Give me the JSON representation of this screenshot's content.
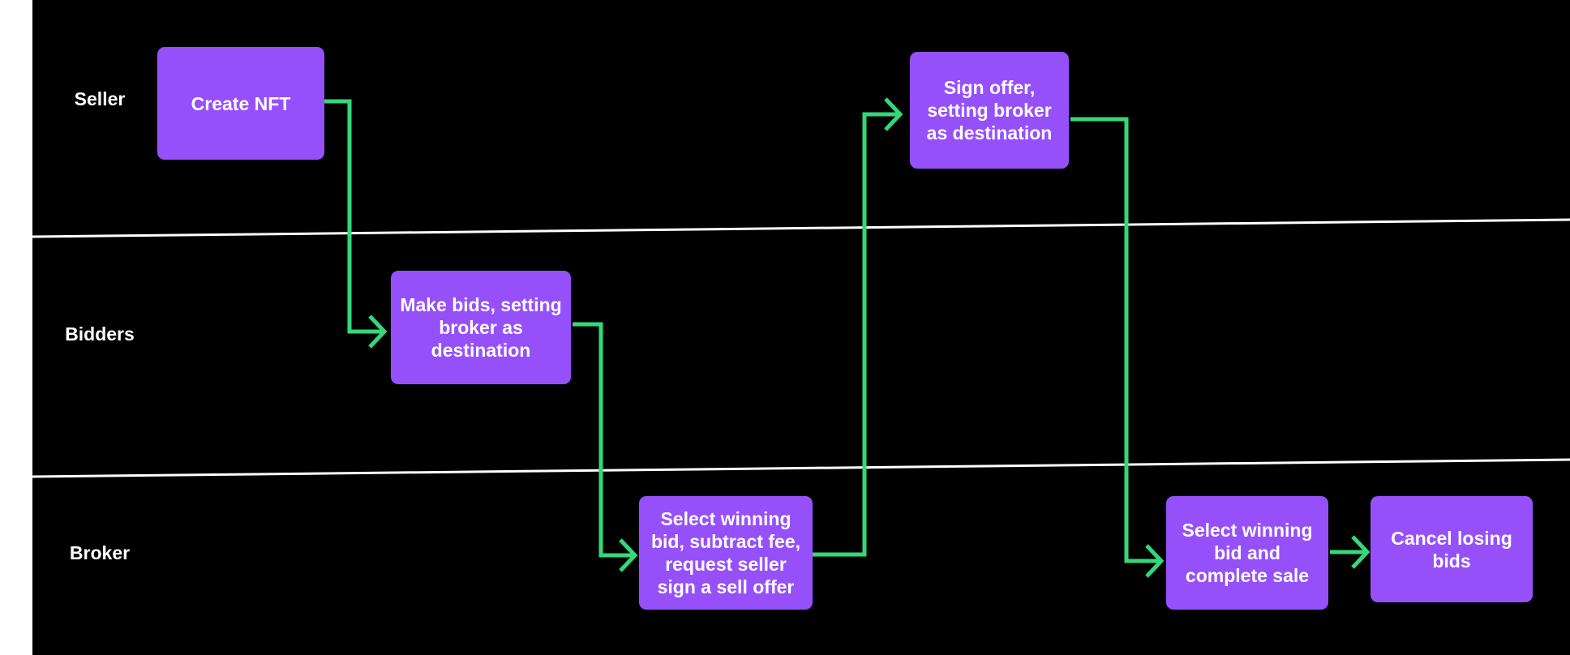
{
  "lanes": {
    "seller": "Seller",
    "bidders": "Bidders",
    "broker": "Broker"
  },
  "nodes": {
    "create_nft": "Create NFT",
    "make_bids": "Make bids, setting\nbroker as\ndestination",
    "select_winning_bid_fee": "Select winning\nbid, subtract fee,\nrequest seller\nsign a sell offer",
    "sign_offer": "Sign offer,\nsetting broker\nas destination",
    "select_winning_complete": "Select winning\nbid and\ncomplete sale",
    "cancel_losing": "Cancel losing\nbids"
  },
  "colors": {
    "background": "#000000",
    "node_fill": "#9650fa",
    "arrow": "#34d77a",
    "divider": "#ffffff",
    "text": "#ffffff"
  }
}
